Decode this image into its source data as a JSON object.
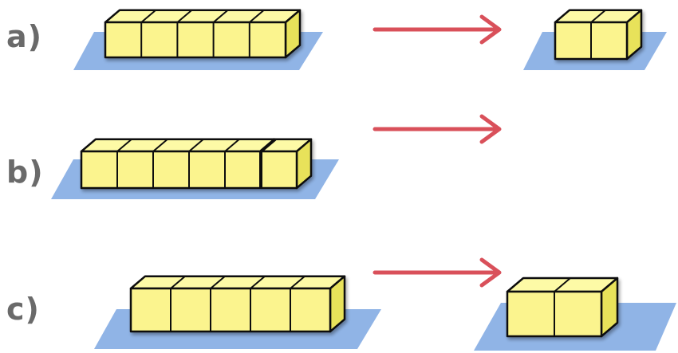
{
  "rows": [
    {
      "label": "a)"
    },
    {
      "label": "b)"
    },
    {
      "label": "c)"
    }
  ],
  "colors": {
    "cube_face": "#fbf48e",
    "cube_top": "#fdfaa6",
    "cube_side": "#e8e25a",
    "cube_stroke": "#111111",
    "platform": "#90b4e6",
    "arrow": "#d9505a",
    "label_text": "#6a6a6a"
  }
}
